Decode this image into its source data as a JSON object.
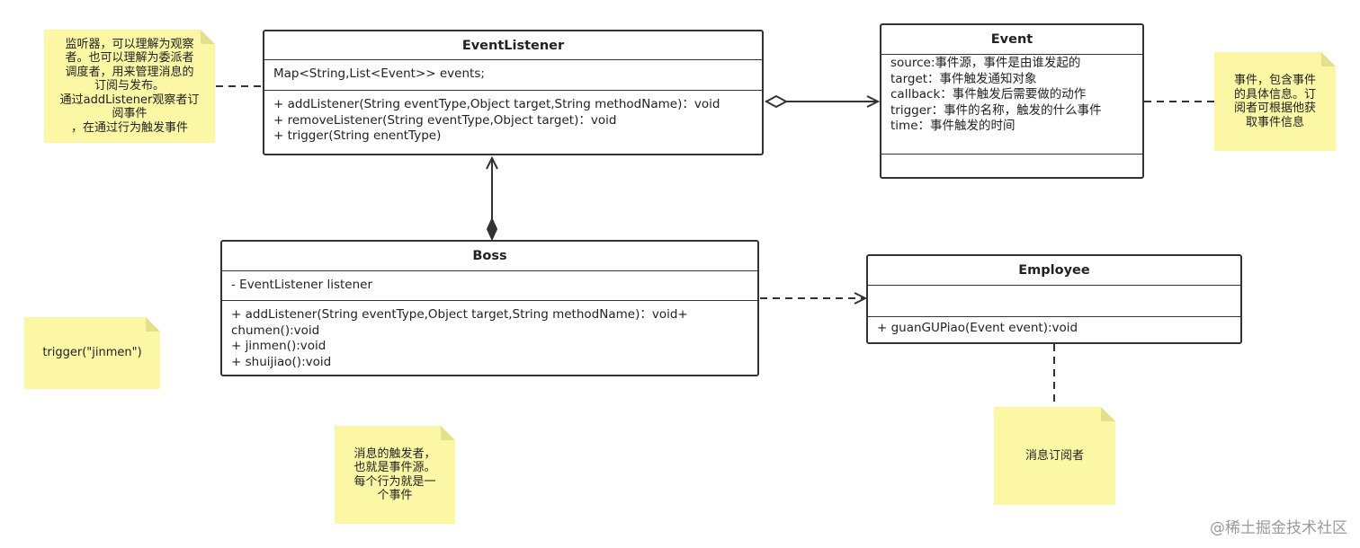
{
  "classes": {
    "event_listener": {
      "name": "EventListener",
      "attributes": [
        "Map<String,List<Event>> events;"
      ],
      "methods": [
        "+ addListener(String eventType,Object target,String methodName)：void",
        "+ removeListener(String eventType,Object target)：void",
        "+ trigger(String enentType)"
      ]
    },
    "event": {
      "name": "Event",
      "attributes": [
        "source:事件源，事件是由谁发起的",
        "target：事件触发通知对象",
        "callback：事件触发后需要做的动作",
        "trigger：事件的名称，触发的什么事件",
        "time：事件触发的时间"
      ],
      "methods": []
    },
    "boss": {
      "name": "Boss",
      "attributes": [
        "- EventListener listener"
      ],
      "methods": [
        "+ addListener(String eventType,Object target,String methodName)：void+",
        "chumen():void",
        "+ jinmen():void",
        "+ shuijiao():void"
      ]
    },
    "employee": {
      "name": "Employee",
      "attributes": [],
      "methods": [
        "+ guanGUPiao(Event event):void"
      ]
    }
  },
  "notes": {
    "listener_note": [
      "监听器，可以理解为观察",
      "者。也可以理解为委派者",
      "调度者，用来管理消息的",
      "订阅与发布。",
      "通过addListener观察者订",
      "阅事件",
      "，在通过行为触发事件"
    ],
    "event_note": [
      "事件，包含事件",
      "的具体信息。订",
      "阅者可根据他获",
      "取事件信息"
    ],
    "trigger_note": [
      "trigger(\"jinmen\")"
    ],
    "source_note": [
      "消息的触发者，",
      "也就是事件源。",
      "每个行为就是一",
      "个事件"
    ],
    "subscriber_note": [
      "消息订阅者"
    ]
  },
  "watermark": "@稀土掘金技术社区",
  "colors": {
    "note_fill": "#fbf7a5",
    "line": "#333333"
  }
}
